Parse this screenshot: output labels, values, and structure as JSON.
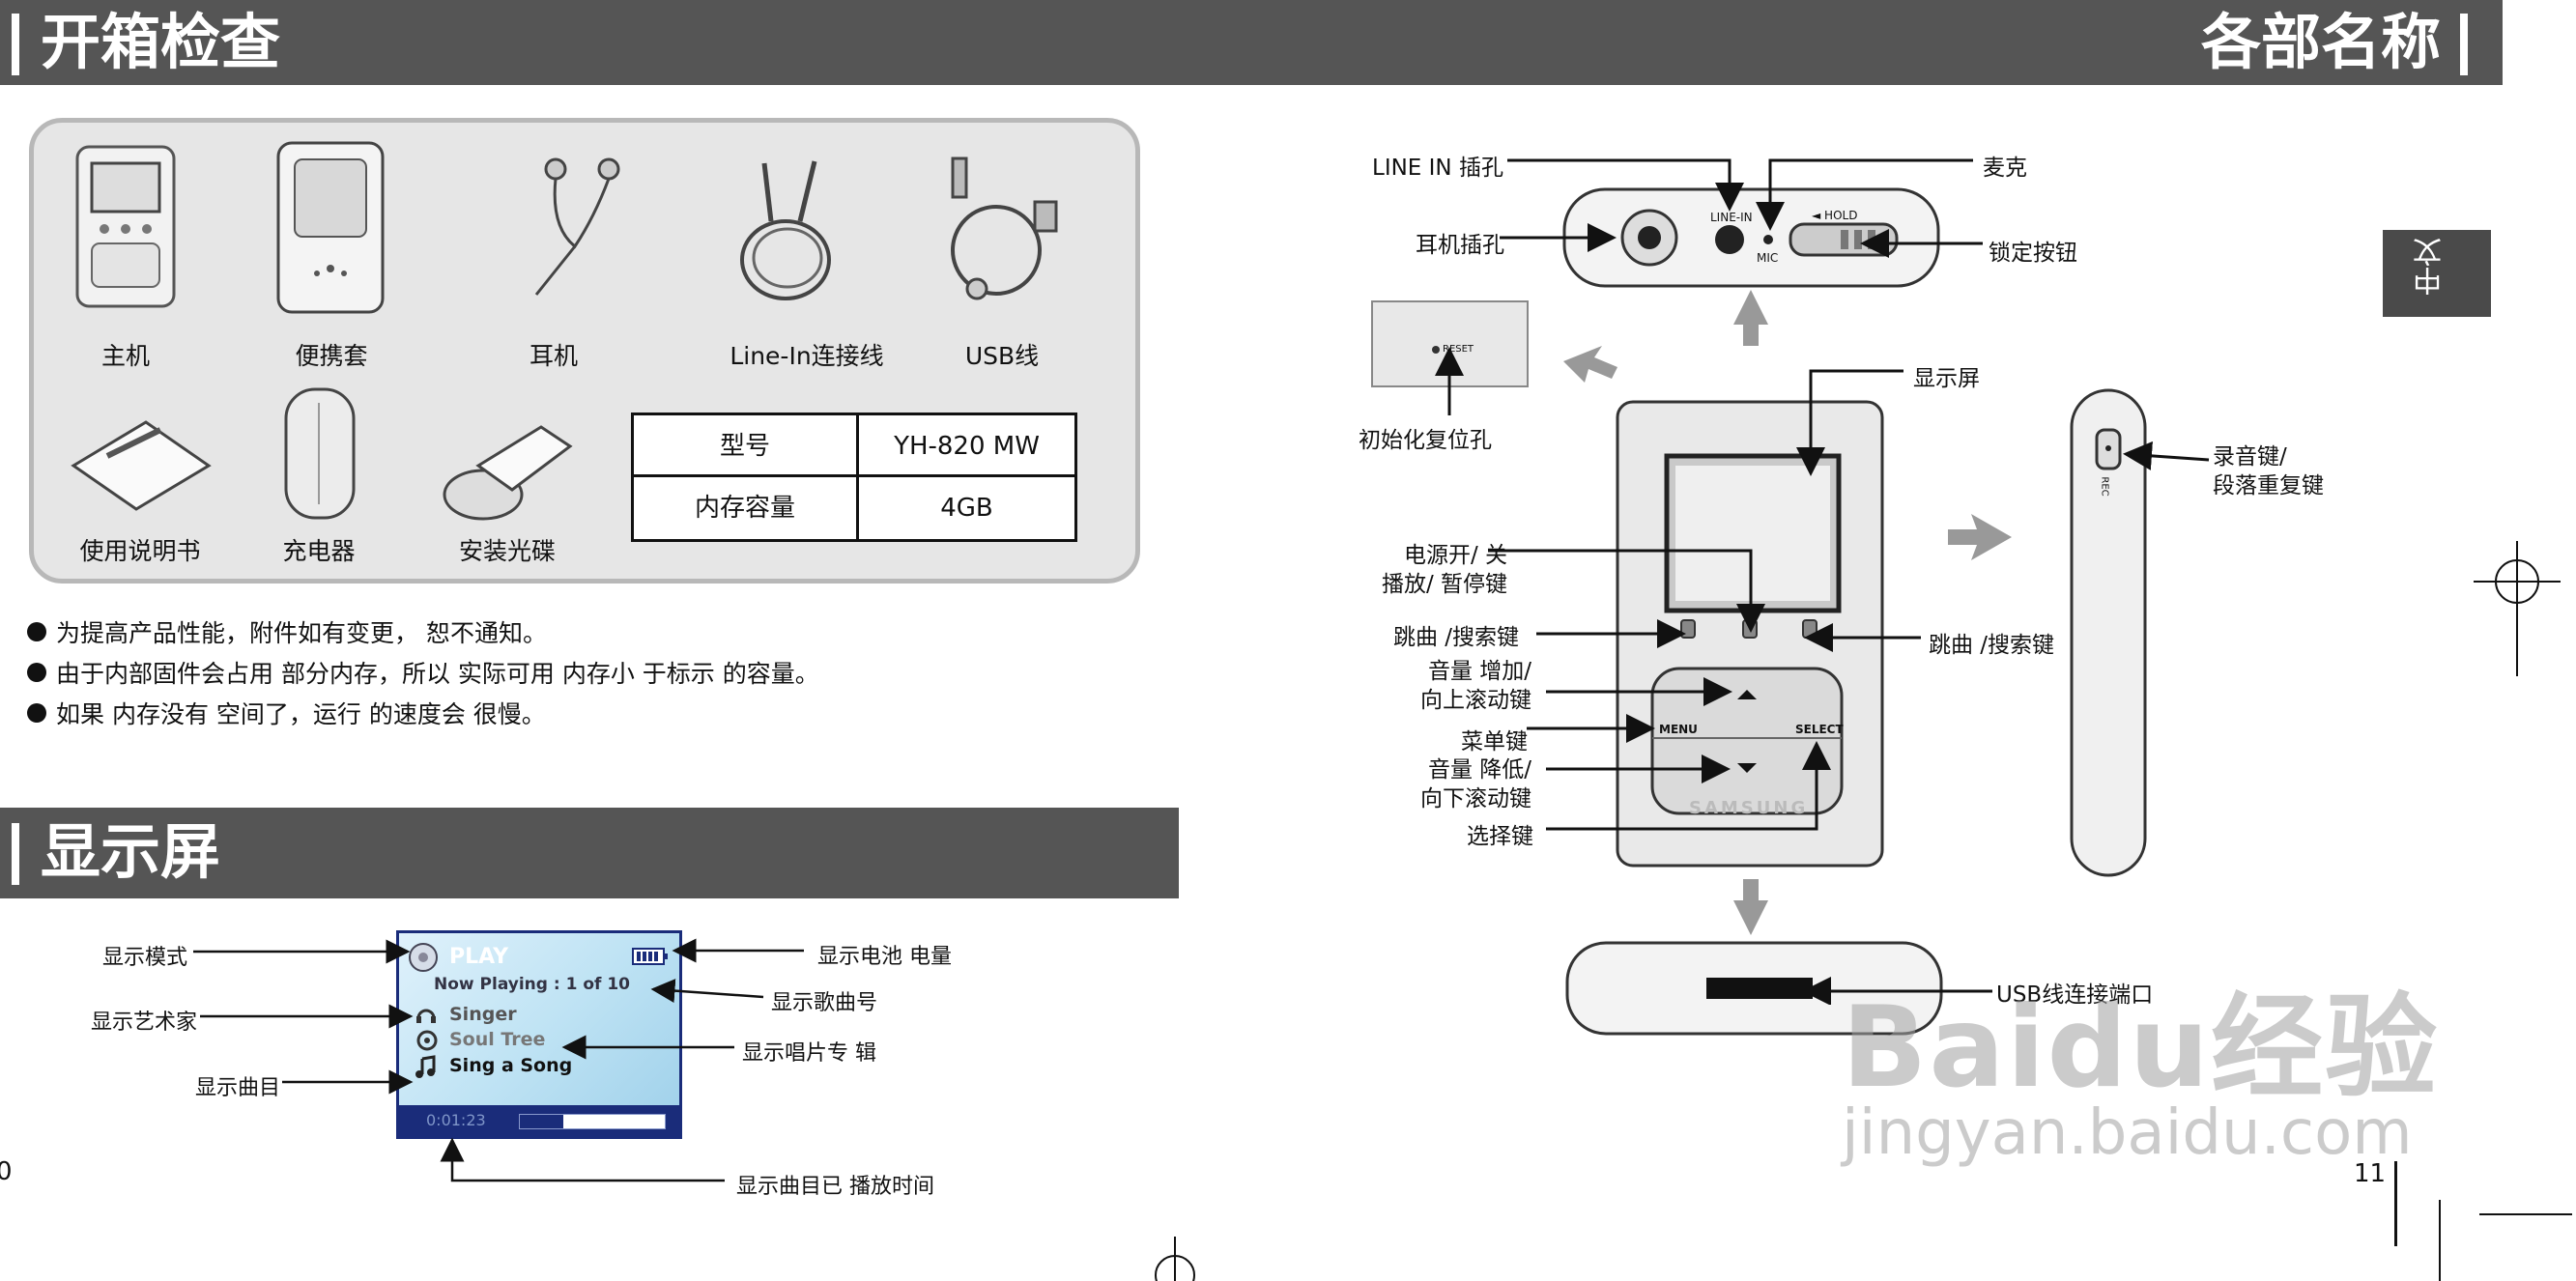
{
  "headers": {
    "unboxing": "开箱检查",
    "part_names": "各部名称",
    "display": "显示屏"
  },
  "side_tab": "中文",
  "accessories": [
    {
      "label": "主机"
    },
    {
      "label": "便携套"
    },
    {
      "label": "耳机"
    },
    {
      "label": "Line-In连接线"
    },
    {
      "label": "USB线"
    },
    {
      "label": "使用说明书"
    },
    {
      "label": "充电器"
    },
    {
      "label": "安装光碟"
    }
  ],
  "spec_table": {
    "rows": [
      {
        "name": "型号",
        "value": "YH-820 MW"
      },
      {
        "name": "内存容量",
        "value": "4GB"
      }
    ]
  },
  "notes": [
    "为提高产品性能，附件如有变更， 恕不通知。",
    "由于内部固件会占用 部分内存，所以 实际可用 内存小 于标示 的容量。",
    "如果 内存没有 空间了，运行 的速度会 很慢。"
  ],
  "lcd_callouts": {
    "display_mode": "显示模式",
    "artist": "显示艺术家",
    "track": "显示曲目",
    "battery": "显示电池 电量",
    "track_number": "显示歌曲号",
    "album": "显示唱片专 辑",
    "elapsed": "显示曲目已 播放时间"
  },
  "lcd_screen": {
    "mode": "PLAY",
    "now_playing": "Now Playing : 1 of 10",
    "artist": "Singer",
    "album": "Soul Tree",
    "title": "Sing a Song",
    "time": "0:01:23"
  },
  "part_labels": {
    "line_in_jack": "LINE IN 插孔",
    "mic": "麦克",
    "earphone_jack": "耳机插孔",
    "hold_switch": "锁定按钮",
    "reset_hole": "初始化复位孔",
    "screen": "显示屏",
    "power_play": "电源开/ 关\n播放/ 暂停键",
    "skip_search_left": "跳曲 /搜索键",
    "skip_search_right": "跳曲 /搜索键",
    "vol_up": "音量 增加/\n向上滚动键",
    "menu_key": "菜单键",
    "vol_down": "音量 降低/\n向下滚动键",
    "select_key": "选择键",
    "record_key": "录音键/\n段落重复键",
    "usb_port": "USB线连接端口"
  },
  "device_marks": {
    "line_in": "LINE-IN",
    "mic": "MIC",
    "hold": "◄ HOLD",
    "reset": "RESET",
    "menu": "MENU",
    "select": "SELECT",
    "brand": "SAMSUNG",
    "rec": "REC"
  },
  "page_numbers": {
    "left": "0",
    "right": "11"
  },
  "watermark": {
    "brand": "Baidu经验",
    "url": "jingyan.baidu.com"
  }
}
